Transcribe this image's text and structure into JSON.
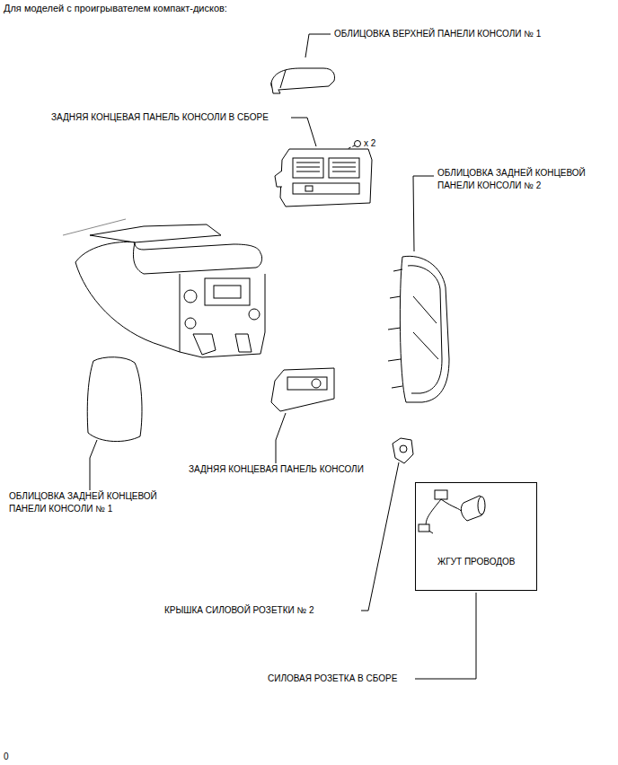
{
  "diagram": {
    "title": "Для моделей с проигрывателем компакт-дисков:",
    "nodes": [
      {
        "text": [
          "ЖГУТ ПРОВОДОВ"
        ]
      }
    ],
    "labels": [
      "ОБЛИЦОВКА ВЕРХНЕЙ ПАНЕЛИ КОНСОЛИ № 1",
      "ЗАДНЯЯ КОНЦЕВАЯ ПАНЕЛЬ КОНСОЛИ В СБОРЕ",
      "x 2",
      "ОБЛИЦОВКА ЗАДНЕЙ КОНЦЕВОЙ ПАНЕЛИ КОНСОЛИ № 2",
      "ЗАДНЯЯ КОНЦЕВАЯ ПАНЕЛЬ КОНСОЛИ",
      "ОБЛИЦОВКА ЗАДНЕЙ КОНЦЕВОЙ ПАНЕЛИ КОНСОЛИ № 1",
      "КРЫШКА СИЛОВОЙ РОЗЕТКИ № 2",
      "СИЛОВАЯ РОЗЕТКА В СБОРЕ",
      "0"
    ]
  }
}
